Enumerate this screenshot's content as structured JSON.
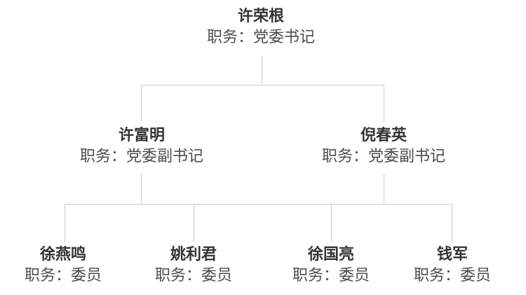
{
  "diagram": {
    "type": "org-tree",
    "levels": [
      {
        "nodes": [
          {
            "name": "许荣根",
            "title": "职务：党委书记"
          }
        ]
      },
      {
        "nodes": [
          {
            "name": "许富明",
            "title": "职务：党委副书记"
          },
          {
            "name": "倪春英",
            "title": "职务：党委副书记"
          }
        ]
      },
      {
        "nodes": [
          {
            "name": "徐燕鸣",
            "title": "职务：委员"
          },
          {
            "name": "姚利君",
            "title": "职务：委员"
          },
          {
            "name": "徐国亮",
            "title": "职务：委员"
          },
          {
            "name": "钱军",
            "title": "职务：委员"
          }
        ]
      }
    ],
    "colors": {
      "background": "#ffffff",
      "connector": "#cccccc",
      "name_text": "#333333",
      "title_text": "#4d4d4d"
    }
  }
}
